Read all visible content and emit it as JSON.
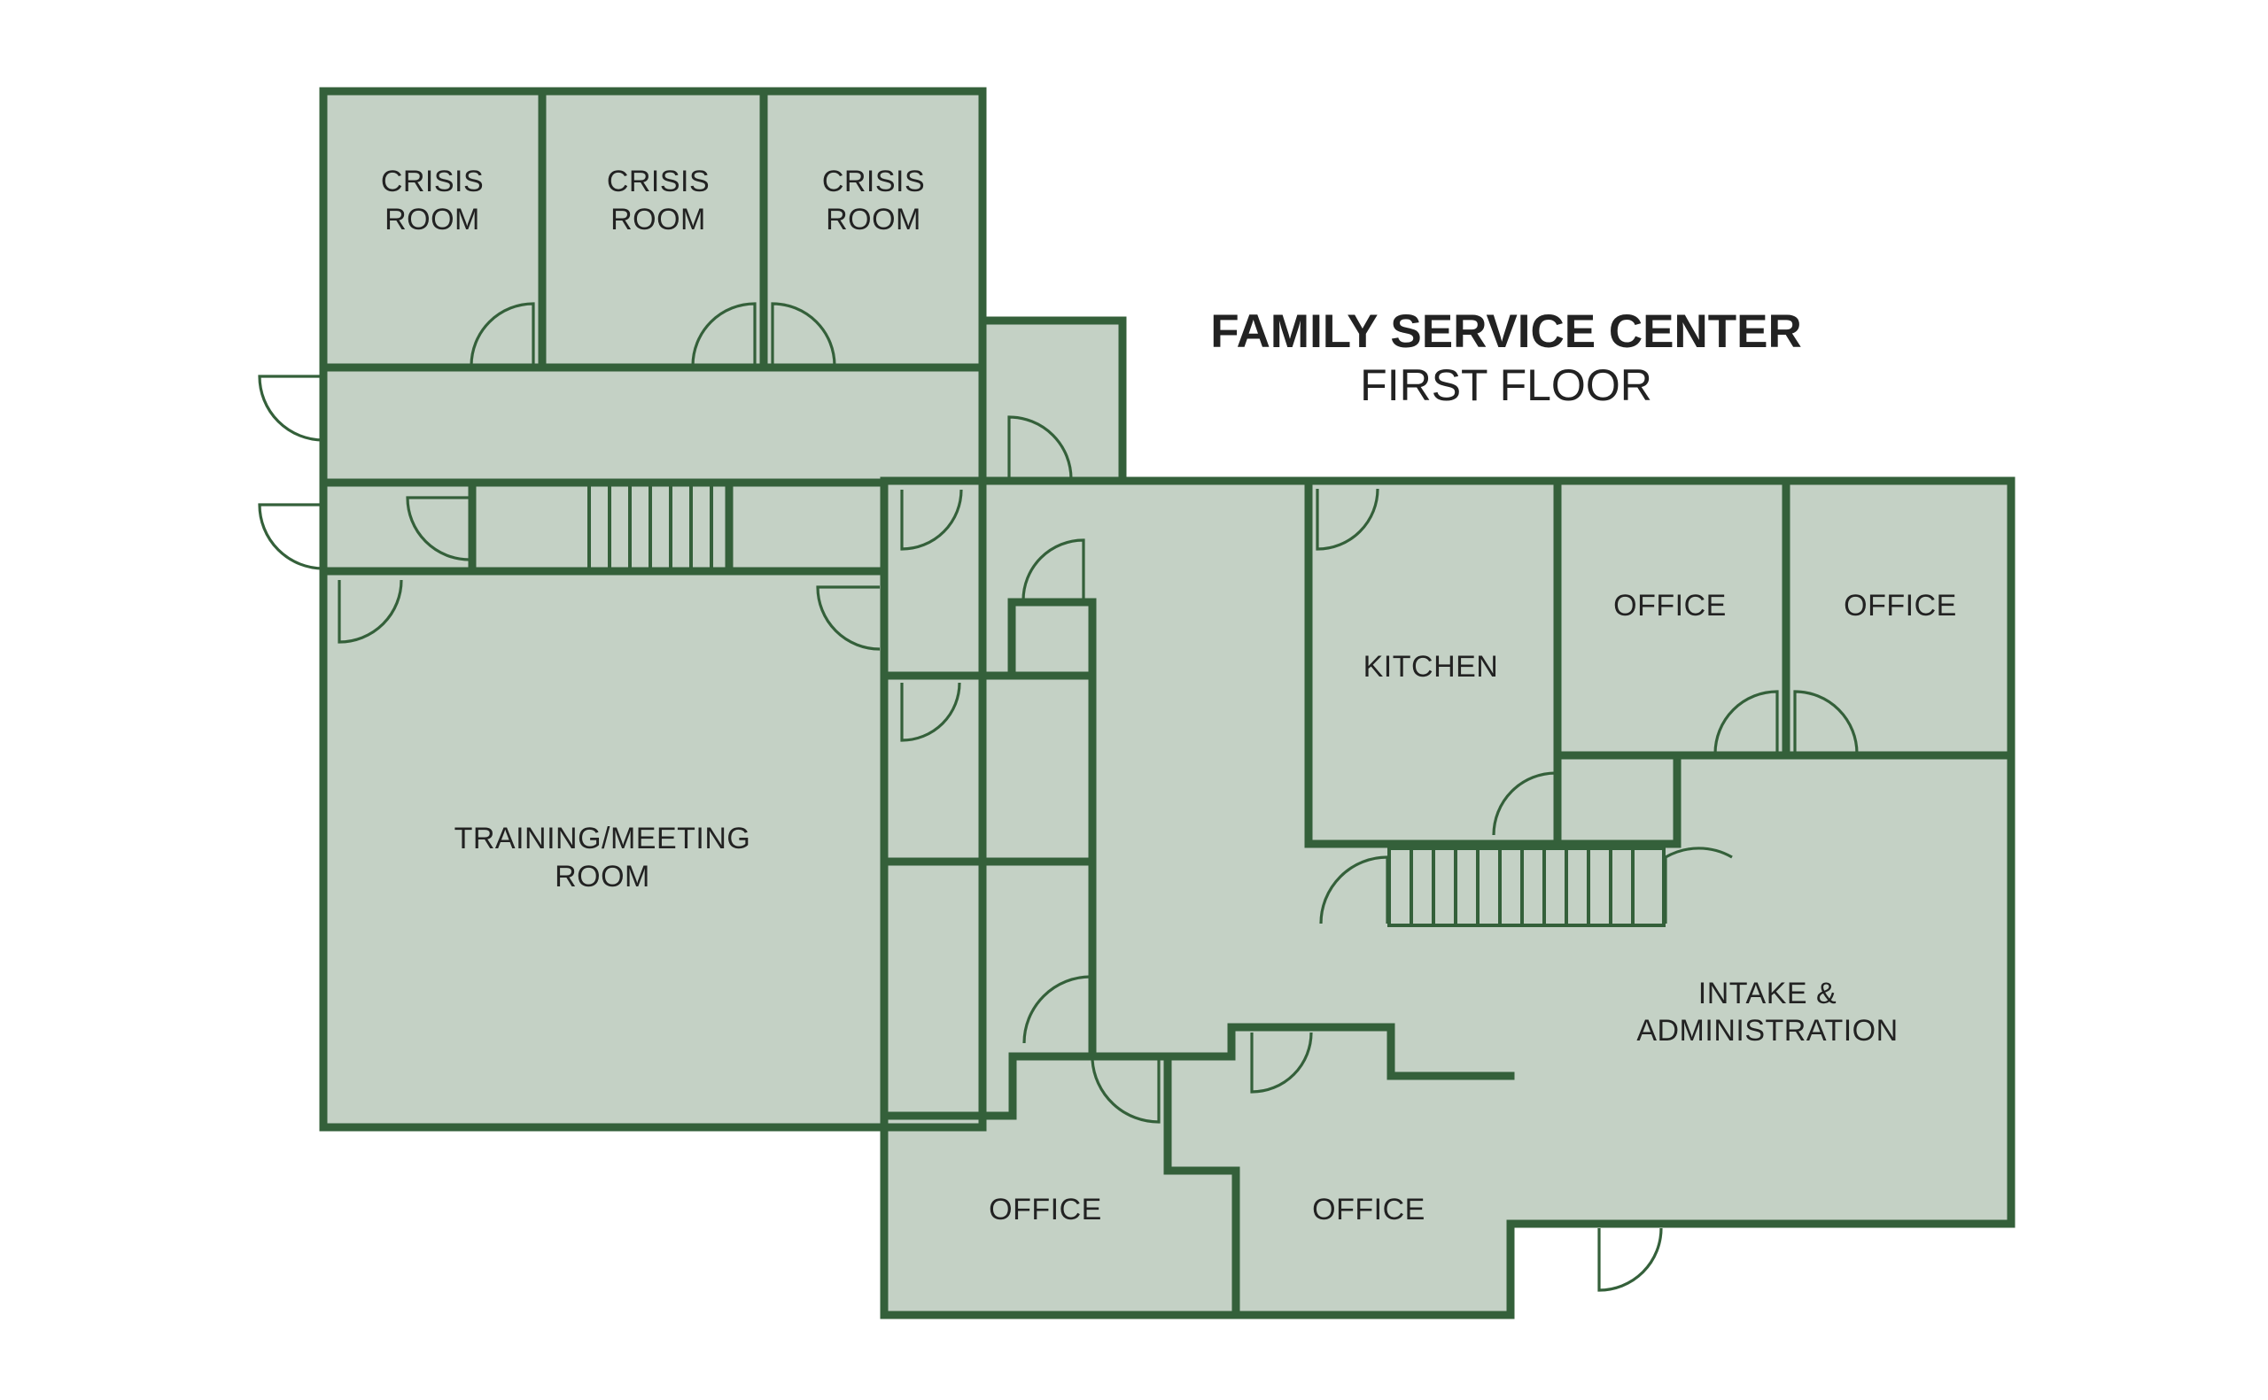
{
  "title": "FAMILY SERVICE CENTER",
  "subtitle": "FIRST FLOOR",
  "colors": {
    "wall": "#34603a",
    "floor": "#c4d1c5",
    "text": "#222222",
    "background": "#ffffff"
  },
  "rooms": {
    "crisis_1": [
      "CRISIS",
      "ROOM"
    ],
    "crisis_2": [
      "CRISIS",
      "ROOM"
    ],
    "crisis_3": [
      "CRISIS",
      "ROOM"
    ],
    "training": [
      "TRAINING/MEETING",
      "ROOM"
    ],
    "kitchen": [
      "KITCHEN"
    ],
    "office_top_1": [
      "OFFICE"
    ],
    "office_top_2": [
      "OFFICE"
    ],
    "intake": [
      "INTAKE &",
      "ADMINISTRATION"
    ],
    "office_bottom_1": [
      "OFFICE"
    ],
    "office_bottom_2": [
      "OFFICE"
    ]
  }
}
